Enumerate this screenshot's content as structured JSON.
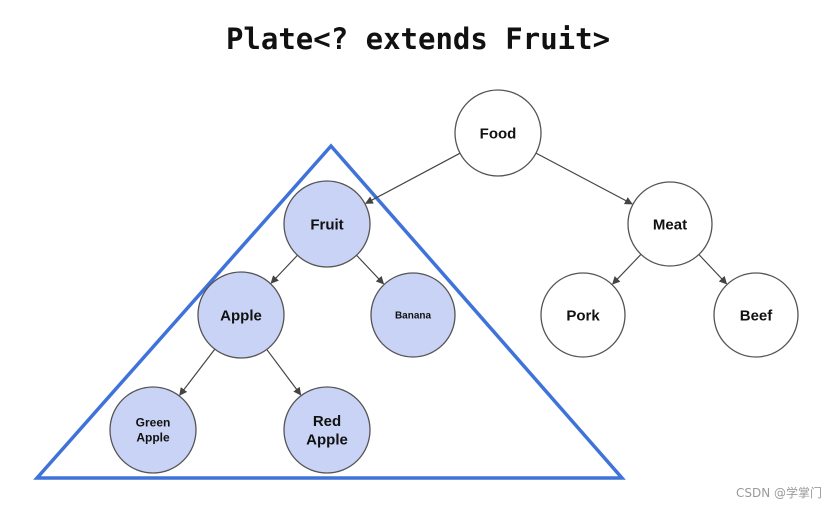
{
  "title": "Plate<? extends Fruit>",
  "colors": {
    "highlight_fill": "#c9d3f5",
    "plain_fill": "#ffffff",
    "node_stroke": "#555555",
    "edge": "#444444",
    "triangle": "#3f73d9"
  },
  "nodes": [
    {
      "id": "food",
      "label": "Food",
      "highlighted": false
    },
    {
      "id": "fruit",
      "label": "Fruit",
      "highlighted": true
    },
    {
      "id": "meat",
      "label": "Meat",
      "highlighted": false
    },
    {
      "id": "apple",
      "label": "Apple",
      "highlighted": true
    },
    {
      "id": "banana",
      "label": "Banana",
      "highlighted": true
    },
    {
      "id": "pork",
      "label": "Pork",
      "highlighted": false
    },
    {
      "id": "beef",
      "label": "Beef",
      "highlighted": false
    },
    {
      "id": "green_apple",
      "label": "Green Apple",
      "highlighted": true
    },
    {
      "id": "red_apple",
      "label": "Red Apple",
      "highlighted": true
    }
  ],
  "edges": [
    {
      "from": "food",
      "to": "fruit"
    },
    {
      "from": "food",
      "to": "meat"
    },
    {
      "from": "fruit",
      "to": "apple"
    },
    {
      "from": "fruit",
      "to": "banana"
    },
    {
      "from": "meat",
      "to": "pork"
    },
    {
      "from": "meat",
      "to": "beef"
    },
    {
      "from": "apple",
      "to": "green_apple"
    },
    {
      "from": "apple",
      "to": "red_apple"
    }
  ],
  "watermark": "CSDN @学掌门"
}
